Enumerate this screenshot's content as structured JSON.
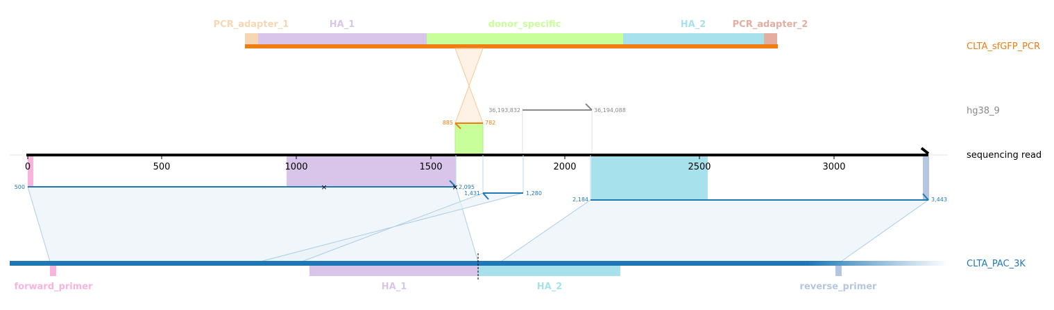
{
  "donor_track": {
    "name": "CLTA_sfGFP_PCR",
    "color": "#f07d11",
    "features": [
      {
        "label": "PCR_adapter_1",
        "color": "#f7d7b3"
      },
      {
        "label": "HA_1",
        "color": "#d9c5ea"
      },
      {
        "label": "donor_specific",
        "color": "#c9ff9b"
      },
      {
        "label": "HA_2",
        "color": "#a7e2ec"
      },
      {
        "label": "PCR_adapter_2",
        "color": "#e3aea0"
      }
    ]
  },
  "genome_track": {
    "name": "hg38_9",
    "color": "#888888",
    "coords": {
      "start": "36,193,832",
      "end": "36,194,088"
    }
  },
  "donor_alignment": {
    "start": "885",
    "end": "782"
  },
  "read_track": {
    "name": "sequencing read",
    "axis_ticks": [
      "0",
      "500",
      "1000",
      "1500",
      "2000",
      "2500",
      "3000"
    ]
  },
  "read_alignments": [
    {
      "start": "500",
      "end": "2,095"
    },
    {
      "start": "1,431",
      "end": "1,280"
    },
    {
      "start": "2,184",
      "end": "3,443"
    }
  ],
  "reference_track": {
    "name": "CLTA_PAC_3K",
    "color": "#1f77b4",
    "features": [
      {
        "label": "forward_primer",
        "color": "#f8b4dc"
      },
      {
        "label": "HA_1",
        "color": "#d9c5ea"
      },
      {
        "label": "HA_2",
        "color": "#a7e2ec"
      },
      {
        "label": "reverse_primer",
        "color": "#b5c6e0"
      }
    ]
  }
}
